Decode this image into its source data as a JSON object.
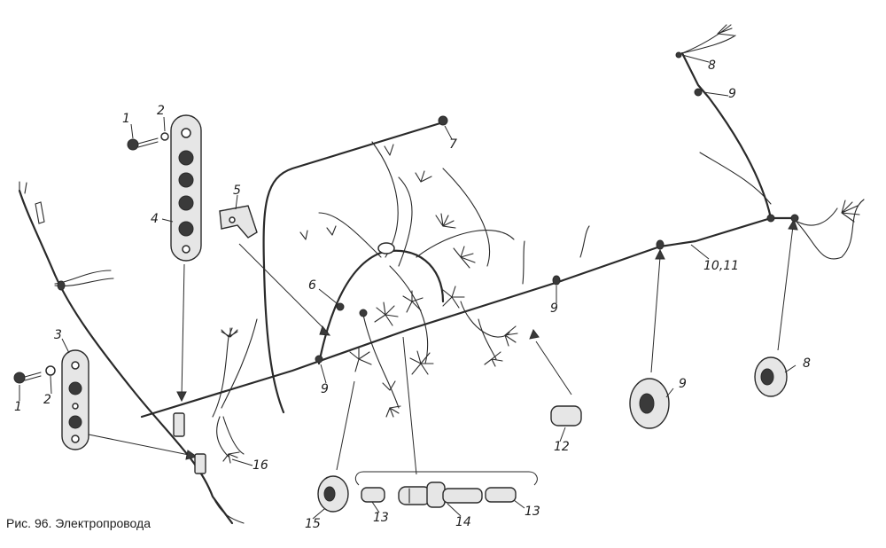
{
  "caption": "Рис. 96. Электропровода",
  "callouts": [
    {
      "id": "c1a",
      "text": "1"
    },
    {
      "id": "c2a",
      "text": "2"
    },
    {
      "id": "c4",
      "text": "4"
    },
    {
      "id": "c5",
      "text": "5"
    },
    {
      "id": "c3",
      "text": "3"
    },
    {
      "id": "c1b",
      "text": "1"
    },
    {
      "id": "c2b",
      "text": "2"
    },
    {
      "id": "c6",
      "text": "6"
    },
    {
      "id": "c7",
      "text": "7"
    },
    {
      "id": "c8a",
      "text": "8"
    },
    {
      "id": "c9a",
      "text": "9"
    },
    {
      "id": "c9b",
      "text": "9"
    },
    {
      "id": "c9c",
      "text": "9"
    },
    {
      "id": "c1011",
      "text": "10,11"
    },
    {
      "id": "c9d",
      "text": "9"
    },
    {
      "id": "c8b",
      "text": "8"
    },
    {
      "id": "c12",
      "text": "12"
    },
    {
      "id": "c15",
      "text": "15"
    },
    {
      "id": "c13a",
      "text": "13"
    },
    {
      "id": "c14",
      "text": "14"
    },
    {
      "id": "c13b",
      "text": "13"
    },
    {
      "id": "c16",
      "text": "16"
    }
  ]
}
